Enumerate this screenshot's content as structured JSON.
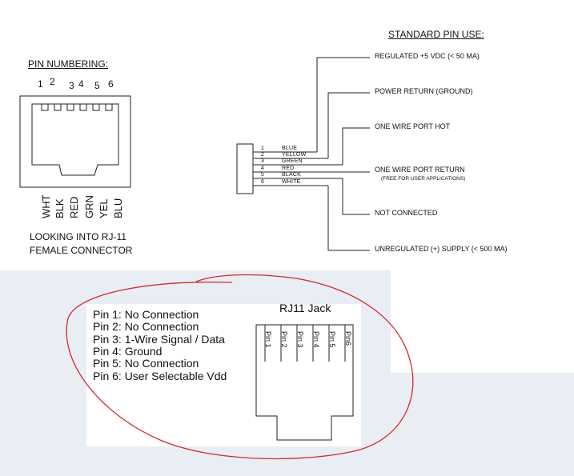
{
  "top": {
    "pin_numbering_title": "PIN NUMBERING:",
    "pin_numbers": [
      "1",
      "2",
      "3",
      "4",
      "5",
      "6"
    ],
    "wire_labels": [
      "WHT",
      "BLK",
      "RED",
      "GRN",
      "YEL",
      "BLU"
    ],
    "caption_line1": "LOOKING INTO RJ-11",
    "caption_line2": "FEMALE CONNECTOR",
    "standard_title": "STANDARD PIN USE:",
    "connector_rows": [
      {
        "num": "1",
        "color": "BLUE"
      },
      {
        "num": "2",
        "color": "YELLOW"
      },
      {
        "num": "3",
        "color": "GREEN"
      },
      {
        "num": "4",
        "color": "RED"
      },
      {
        "num": "5",
        "color": "BLACK"
      },
      {
        "num": "6",
        "color": "WHITE"
      }
    ],
    "uses": [
      "REGULATED +5 VDC (< 50 MA)",
      "POWER RETURN (GROUND)",
      "ONE WIRE PORT HOT",
      "ONE WIRE PORT RETURN",
      "NOT CONNECTED",
      "UNREGULATED (+) SUPPLY (< 500 MA)"
    ],
    "uses_note": "(FREE FOR USER APPLICATIONS)"
  },
  "bottom": {
    "legend": [
      "Pin 1: No Connection",
      "Pin 2: No Connection",
      "Pin 3: 1-Wire Signal / Data",
      "Pin 4: Ground",
      "Pin 5: No Connection",
      "Pin 6: User Selectable Vdd"
    ],
    "jack_title": "RJ11 Jack",
    "jack_pins": [
      "Pin 1",
      "Pin 2",
      "Pin 3",
      "Pin 4",
      "Pin 5",
      "Pin6"
    ]
  },
  "colors": {
    "panel": "#e9edf4",
    "annotation": "#d42a2a"
  }
}
